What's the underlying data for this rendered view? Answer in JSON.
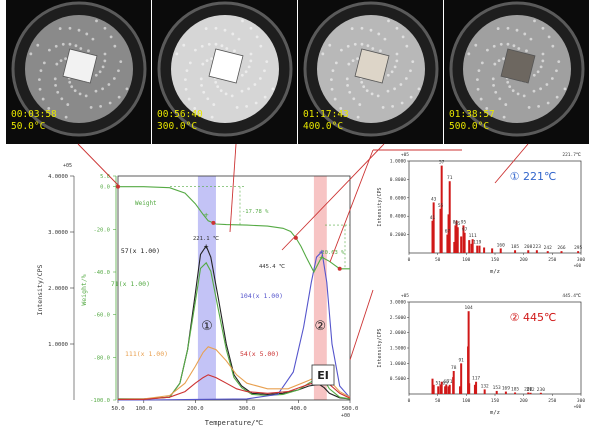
{
  "photos": [
    {
      "time": "00:03:58",
      "temp": "50.0°C",
      "tone": "#8a8a8a",
      "sample": "#f2f2f2"
    },
    {
      "time": "00:56:40",
      "temp": "300.0°C",
      "tone": "#d6d6d6",
      "sample": "#ffffff"
    },
    {
      "time": "01:17:43",
      "temp": "400.0°C",
      "tone": "#b8b8b8",
      "sample": "#ddd5c8"
    },
    {
      "time": "01:38:57",
      "temp": "500.0°C",
      "tone": "#a0a0a0",
      "sample": "#6d6760"
    }
  ],
  "chart_data": [
    {
      "type": "line",
      "left_axis_exponent": "+05",
      "ylabel_left": "Intensity/CPS",
      "ylabel_right": "Weight/%",
      "xlabel": "Temperature/℃",
      "x_axis_exponent": "+00",
      "xlim": [
        50,
        500
      ],
      "ylim_left": [
        0,
        4.0
      ],
      "ylim_right": [
        -100,
        5
      ],
      "xticks": [
        "50.0",
        "100.0",
        "200.0",
        "300.0",
        "400.0",
        "500.0"
      ],
      "yticks_left": [
        "4.0000",
        "3.0000",
        "2.0000",
        "1.0000"
      ],
      "yticks_right": [
        "5.0",
        "0.0",
        "-20.0",
        "-40.0",
        "-60.0",
        "-80.0",
        "-100.0"
      ],
      "weight_curve": {
        "name": "Weight",
        "color": "#55aa44",
        "x": [
          50,
          100,
          150,
          180,
          200,
          215,
          225,
          240,
          260,
          300,
          340,
          370,
          385,
          395,
          405,
          415,
          430,
          445,
          460,
          480,
          500
        ],
        "y": [
          0,
          0,
          -0.5,
          -3,
          -8,
          -13,
          -16,
          -17.5,
          -17.8,
          -18,
          -18.5,
          -19.5,
          -21,
          -24,
          -28,
          -33,
          -40,
          -33,
          -35,
          -38.5,
          -38.5
        ]
      },
      "weight_annotations": [
        "-17.78 %",
        "-20.63 %"
      ],
      "series": [
        {
          "name": "57(x 1.00)",
          "color": "#222222",
          "x": [
            50,
            100,
            150,
            170,
            185,
            200,
            210,
            221.1,
            230,
            245,
            260,
            275,
            290,
            310,
            340,
            370,
            400,
            420,
            440,
            450,
            460,
            480,
            500
          ],
          "y": [
            0.02,
            0.02,
            0.05,
            0.3,
            0.9,
            1.9,
            2.6,
            2.75,
            2.55,
            1.8,
            1.0,
            0.45,
            0.25,
            0.12,
            0.1,
            0.12,
            0.18,
            0.25,
            0.28,
            0.22,
            0.12,
            0.04,
            0.02
          ]
        },
        {
          "name": "71(x 1.00)",
          "color": "#55aa44",
          "x": [
            50,
            100,
            150,
            170,
            185,
            200,
            210,
            221.1,
            230,
            245,
            260,
            275,
            290,
            310,
            340,
            370,
            400,
            420,
            440,
            450,
            460,
            480,
            500
          ],
          "y": [
            0.02,
            0.02,
            0.05,
            0.3,
            0.9,
            1.75,
            2.35,
            2.45,
            2.3,
            1.6,
            0.9,
            0.4,
            0.22,
            0.1,
            0.08,
            0.1,
            0.18,
            0.3,
            0.4,
            0.35,
            0.2,
            0.05,
            0.02
          ]
        },
        {
          "name": "104(x 1.00)",
          "color": "#5555cc",
          "x": [
            50,
            100,
            200,
            300,
            360,
            390,
            410,
            425,
            435,
            445.4,
            455,
            465,
            480,
            500
          ],
          "y": [
            0,
            0,
            0.01,
            0.02,
            0.1,
            0.5,
            1.3,
            2.1,
            2.55,
            2.65,
            2.1,
            1.0,
            0.25,
            0.04
          ]
        },
        {
          "name": "111(x 1.00)",
          "color": "#e8a050",
          "x": [
            50,
            100,
            150,
            180,
            200,
            215,
            225,
            240,
            260,
            280,
            300,
            340,
            380,
            420,
            445,
            460,
            480,
            500
          ],
          "y": [
            0.01,
            0.02,
            0.08,
            0.3,
            0.6,
            0.85,
            0.95,
            0.9,
            0.7,
            0.45,
            0.3,
            0.2,
            0.2,
            0.35,
            0.45,
            0.35,
            0.15,
            0.05
          ]
        },
        {
          "name": "54(x 5.00)",
          "color": "#cc3333",
          "x": [
            50,
            100,
            150,
            180,
            200,
            215,
            225,
            240,
            260,
            280,
            300,
            340,
            380,
            420,
            445,
            460,
            480,
            500
          ],
          "y": [
            0.01,
            0.01,
            0.05,
            0.15,
            0.3,
            0.4,
            0.45,
            0.4,
            0.3,
            0.2,
            0.15,
            0.12,
            0.15,
            0.28,
            0.35,
            0.28,
            0.12,
            0.03
          ]
        }
      ],
      "peak_labels": [
        "221.1 ℃",
        "445.4 ℃"
      ],
      "bands": [
        {
          "label": "①",
          "range": [
            205,
            240
          ],
          "color": "#8888ee"
        },
        {
          "label": "②",
          "range": [
            430,
            455
          ],
          "color": "#f08a8a"
        }
      ],
      "ionization_label": "EI"
    },
    {
      "type": "bar",
      "tag": "① 221℃",
      "exponent_label": "+05",
      "temperature_label": "221.7℃",
      "xlabel": "m/z",
      "ylabel": "Intensity/CPS",
      "xlim": [
        0,
        300
      ],
      "ylim": [
        0,
        1.0
      ],
      "yticks": [
        "1.0000",
        "0.8000",
        "0.6000",
        "0.4000",
        "0.2000"
      ],
      "xticks": [
        "0",
        "50",
        "100",
        "150",
        "200",
        "250",
        "300"
      ],
      "x_tick_exponent": "+00",
      "mz": [
        41,
        43,
        55,
        57,
        67,
        69,
        71,
        79,
        81,
        83,
        85,
        91,
        95,
        97,
        105,
        109,
        111,
        119,
        123,
        131,
        145,
        160,
        185,
        208,
        223,
        242,
        266,
        295
      ],
      "values": [
        0.35,
        0.55,
        0.48,
        0.95,
        0.2,
        0.42,
        0.78,
        0.12,
        0.3,
        0.35,
        0.28,
        0.18,
        0.3,
        0.22,
        0.14,
        0.1,
        0.15,
        0.08,
        0.08,
        0.06,
        0.05,
        0.05,
        0.03,
        0.03,
        0.03,
        0.02,
        0.02,
        0.02
      ],
      "peak_labels": [
        "41",
        "43",
        "55",
        "57",
        "67",
        "71",
        "81",
        "85",
        "95",
        "97",
        "111",
        "119",
        "160",
        "185",
        "208",
        "223",
        "242",
        "266",
        "295"
      ]
    },
    {
      "type": "bar",
      "tag": "② 445℃",
      "exponent_label": "+05",
      "temperature_label": "445.4℃",
      "xlabel": "m/z",
      "ylabel": "Intensity/CPS",
      "xlim": [
        0,
        300
      ],
      "ylim": [
        0,
        3.0
      ],
      "yticks": [
        "3.0000",
        "2.5000",
        "2.0000",
        "1.5000",
        "1.0000",
        "0.5000"
      ],
      "xticks": [
        "0",
        "50",
        "100",
        "150",
        "200",
        "250",
        "300"
      ],
      "x_tick_exponent": "+00",
      "mz": [
        41,
        43,
        51,
        55,
        57,
        63,
        65,
        69,
        71,
        77,
        78,
        89,
        91,
        103,
        104,
        105,
        115,
        117,
        132,
        153,
        169,
        185,
        208,
        212,
        230
      ],
      "values": [
        0.5,
        0.3,
        0.25,
        0.3,
        0.4,
        0.25,
        0.3,
        0.25,
        0.3,
        0.55,
        0.75,
        0.25,
        1.0,
        1.55,
        2.7,
        0.35,
        0.3,
        0.4,
        0.15,
        0.1,
        0.08,
        0.05,
        0.05,
        0.04,
        0.04
      ],
      "peak_labels": [
        "51",
        "63",
        "65",
        "71",
        "78",
        "91",
        "104",
        "117",
        "132",
        "153",
        "169",
        "185",
        "208",
        "212",
        "230"
      ]
    }
  ]
}
